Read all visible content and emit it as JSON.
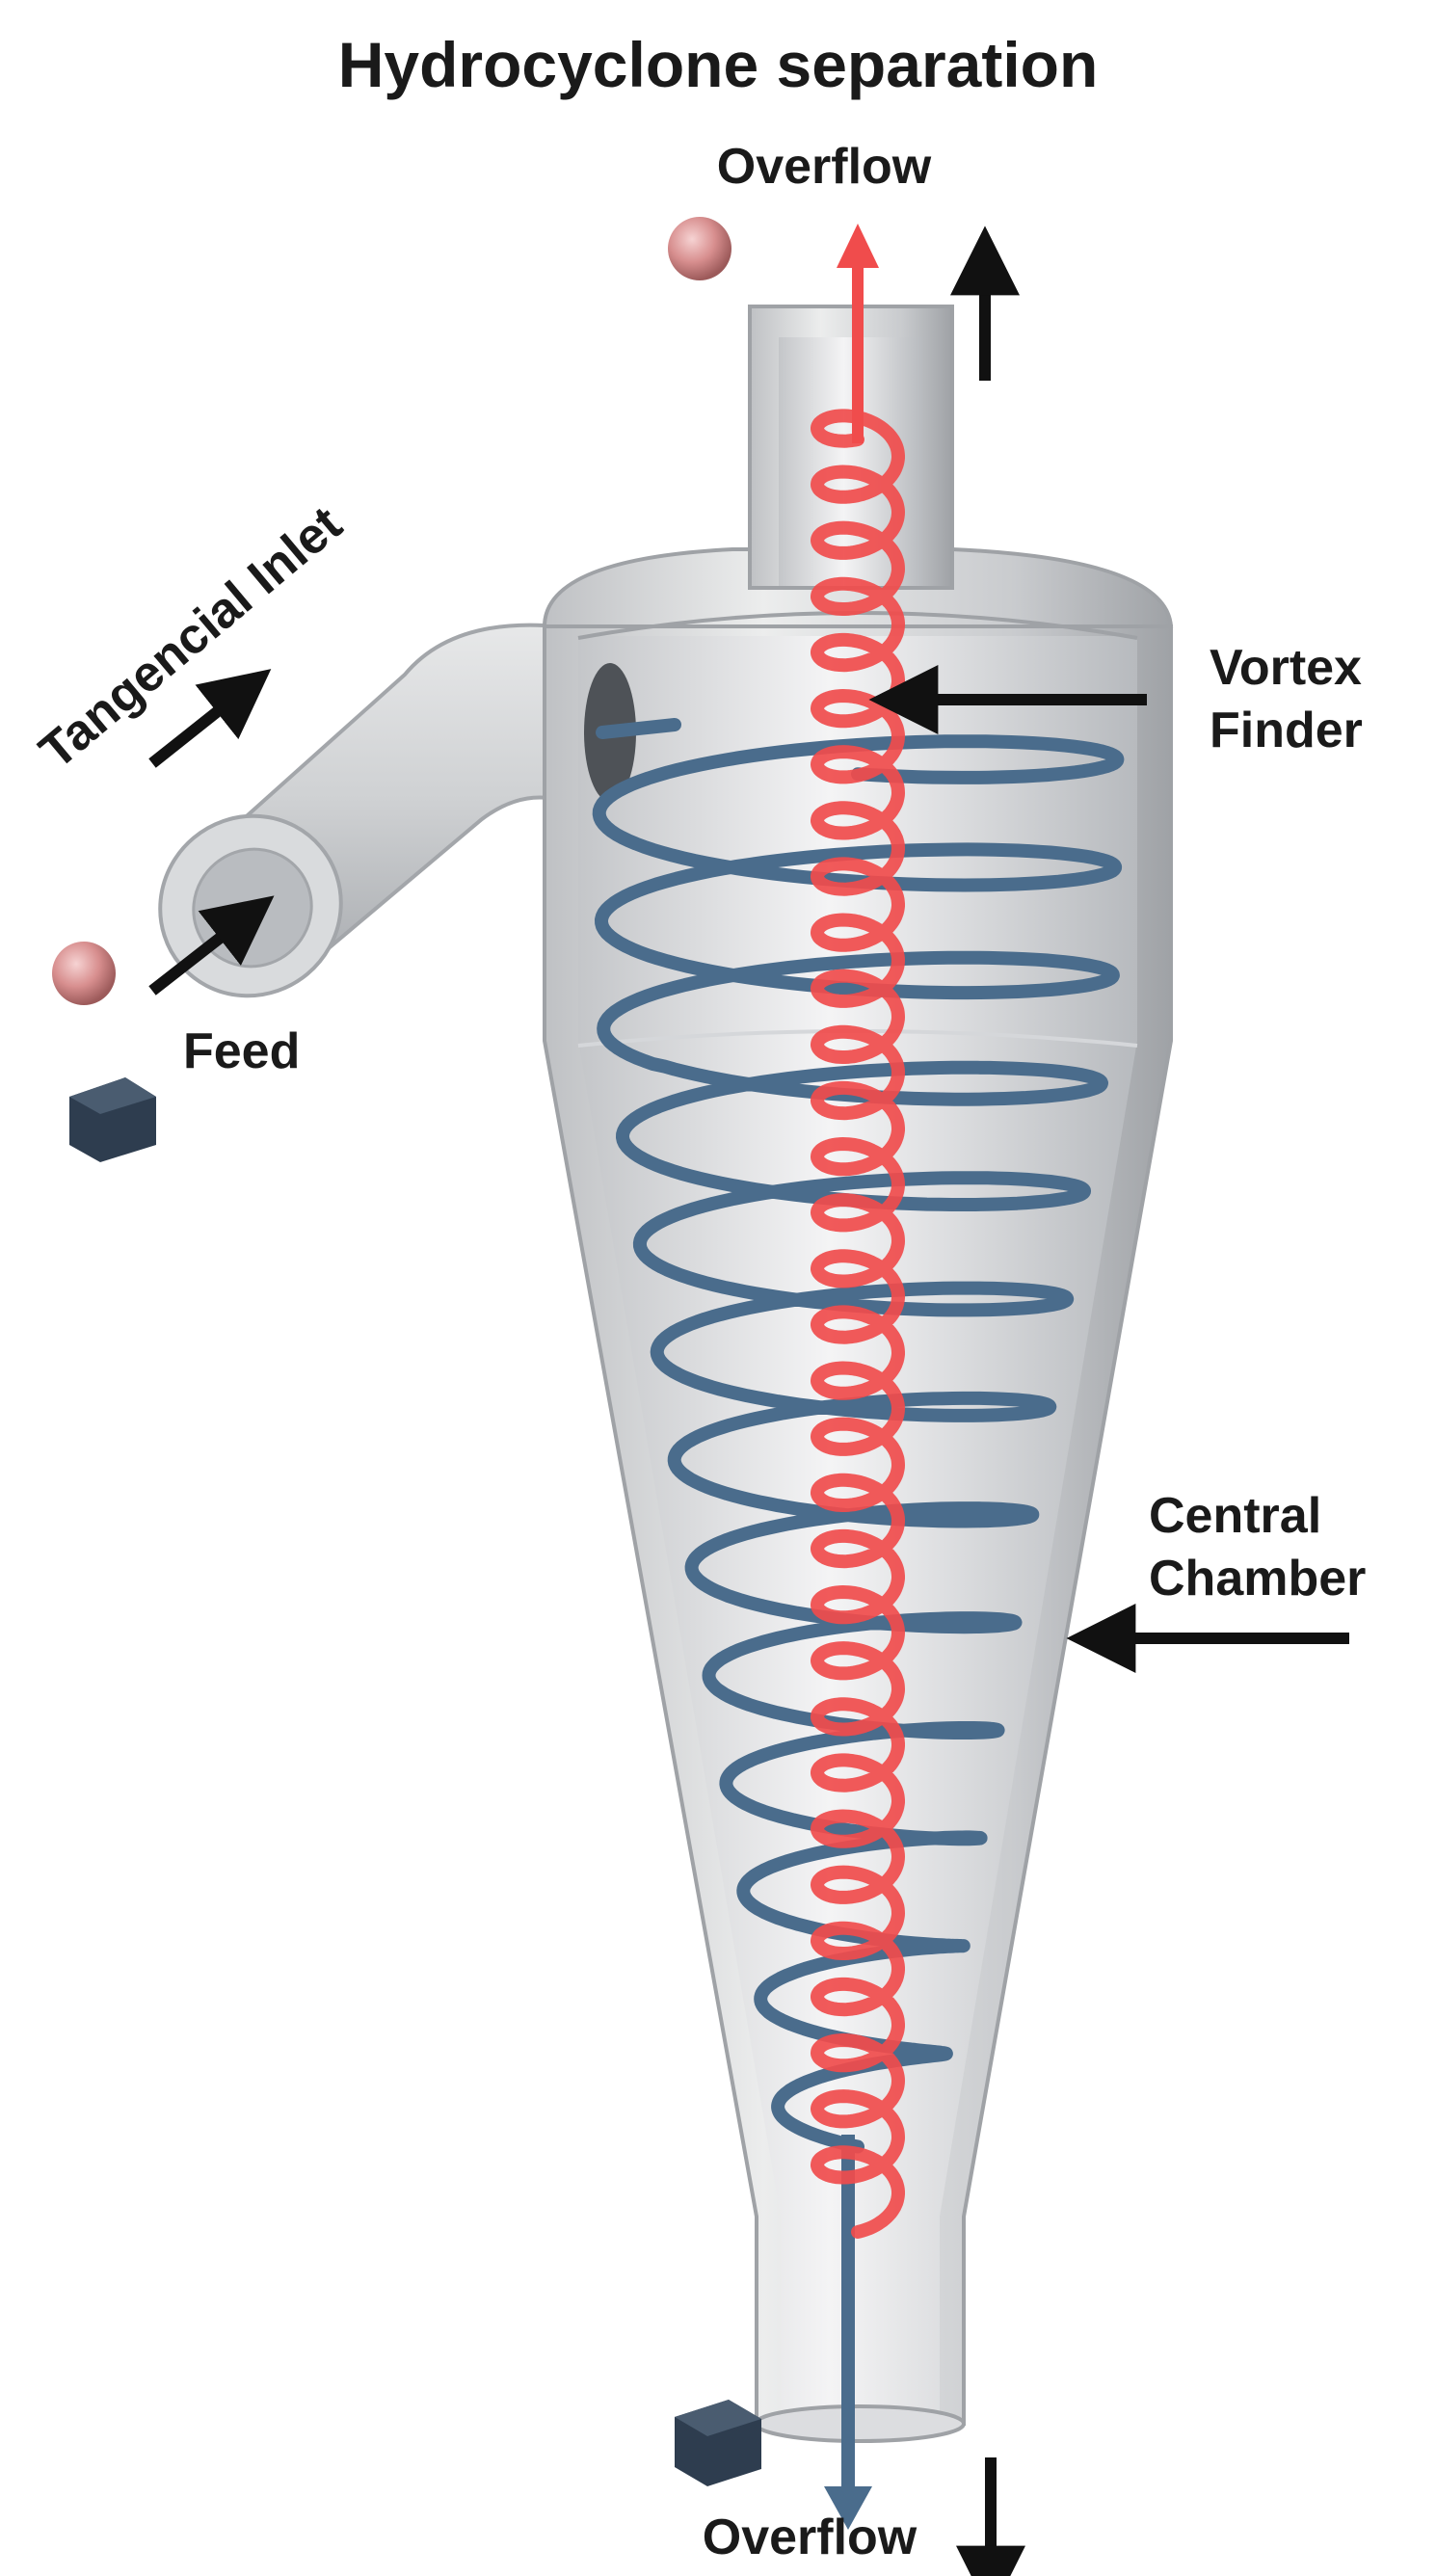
{
  "title": "Hydrocyclone separation",
  "labels": {
    "overflow_top": "Overflow",
    "overflow_bottom": "Overflow",
    "tangential_inlet": "Tangencial Inlet",
    "feed": "Feed",
    "vortex_finder_line1": "Vortex",
    "vortex_finder_line2": "Finder",
    "central_chamber_line1": "Central",
    "central_chamber_line2": "Chamber"
  },
  "colors": {
    "body_gray": "#c9cbce",
    "inner_gray": "#e6e7e9",
    "blue_spiral": "#4a6c8c",
    "red_spiral": "#f04c4c",
    "particle_pink": "#d88f8f",
    "particle_dark": "#2e3d4f",
    "arrow": "#111111"
  },
  "icons": {
    "light_particle": "pink-sphere-icon",
    "heavy_particle": "dark-cube-icon"
  }
}
